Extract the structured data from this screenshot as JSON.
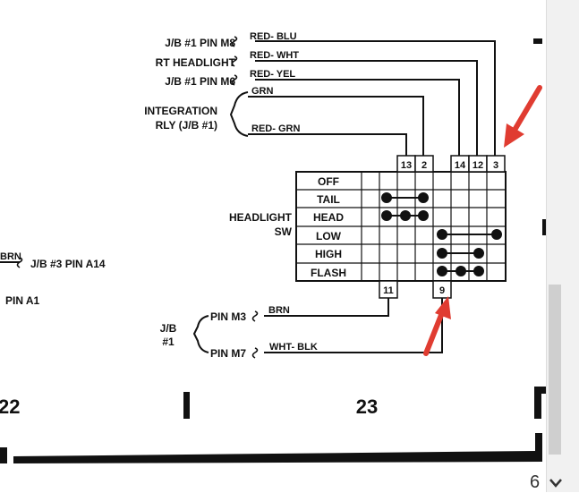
{
  "diagram": {
    "wires": {
      "jb_m8": {
        "label": "J/B #1 PIN M8",
        "color": "RED- BLU"
      },
      "rt_headlight": {
        "label": "RT HEADLIGHT",
        "color": "RED- WHT"
      },
      "jb_m6": {
        "label": "J/B #1 PIN M6",
        "color": "RED- YEL"
      },
      "integration_grn": {
        "color": "GRN"
      },
      "integration_red_grn": {
        "color": "RED- GRN"
      },
      "integration_label": {
        "line1": "INTEGRATION",
        "line2": "RLY (J/B #1)"
      },
      "jb3_a14": {
        "label": "J/B #3 PIN A14",
        "color": "BRN"
      },
      "pin_a1": {
        "label": "PIN A1"
      },
      "jb1_label": {
        "line1": "J/B",
        "line2": "#1"
      },
      "pin_m3": {
        "label": "PIN M3",
        "color": "BRN"
      },
      "pin_m7": {
        "label": "PIN M7",
        "color": "WHT- BLK"
      }
    },
    "switch": {
      "label_line1": "HEADLIGHT",
      "label_line2": "SW",
      "positions": [
        "OFF",
        "TAIL",
        "HEAD",
        "LOW",
        "HIGH",
        "FLASH"
      ],
      "top_terminals": [
        "13",
        "2",
        "14",
        "12",
        "3"
      ],
      "bottom_terminals": [
        "11",
        "9"
      ]
    },
    "page_numbers": {
      "left": "22",
      "center": "23"
    }
  },
  "viewer": {
    "page_indicator": "6"
  }
}
